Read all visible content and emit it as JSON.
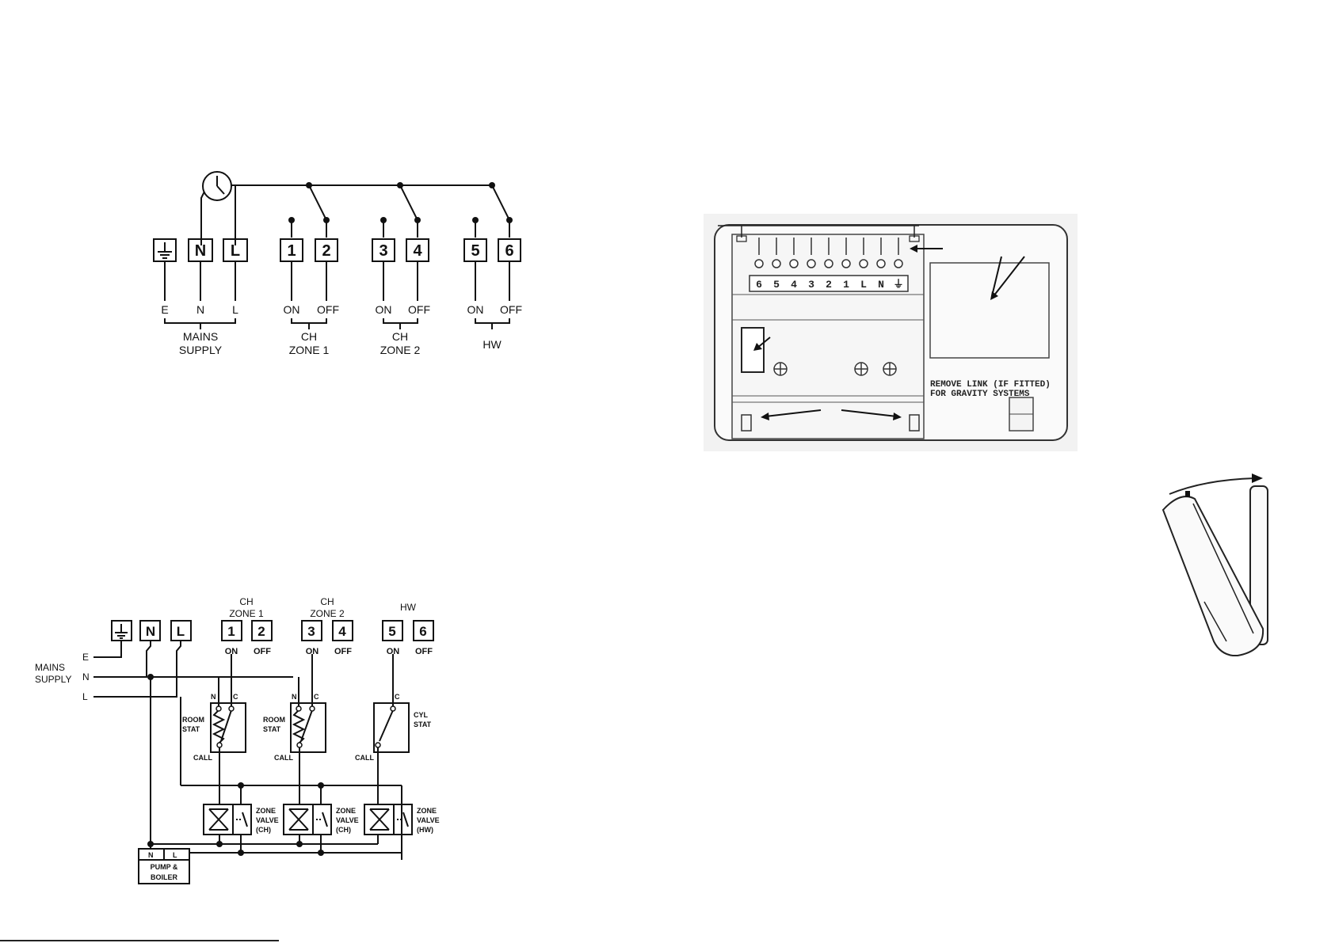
{
  "top_diagram": {
    "terminals": {
      "e": "",
      "n": "N",
      "l": "L",
      "t1": "1",
      "t2": "2",
      "t3": "3",
      "t4": "4",
      "t5": "5",
      "t6": "6"
    },
    "labels": {
      "e": "E",
      "n": "N",
      "l": "L",
      "on1": "ON",
      "off1": "OFF",
      "on2": "ON",
      "off2": "OFF",
      "on3": "ON",
      "off3": "OFF"
    },
    "groups": {
      "mains_1": "MAINS",
      "mains_2": "SUPPLY",
      "ch1_1": "CH",
      "ch1_2": "ZONE 1",
      "ch2_1": "CH",
      "ch2_2": "ZONE 2",
      "hw": "HW"
    }
  },
  "unit_diagram": {
    "terminal_strip": [
      "6",
      "5",
      "4",
      "3",
      "2",
      "1",
      "L",
      "N",
      "⏚"
    ],
    "note_line1": "REMOVE LINK (IF FITTED)",
    "note_line2": "FOR GRAVITY SYSTEMS"
  },
  "bottom_diagram": {
    "headers": {
      "ch1_1": "CH",
      "ch1_2": "ZONE 1",
      "ch2_1": "CH",
      "ch2_2": "ZONE 2",
      "hw": "HW"
    },
    "terminals": {
      "n": "N",
      "l": "L",
      "t1": "1",
      "t2": "2",
      "t3": "3",
      "t4": "4",
      "t5": "5",
      "t6": "6"
    },
    "state_labels": {
      "on1": "ON",
      "off1": "OFF",
      "on2": "ON",
      "off2": "OFF",
      "on3": "ON",
      "off3": "OFF"
    },
    "mains": {
      "line1": "MAINS",
      "line2": "SUPPLY",
      "e": "E",
      "n": "N",
      "l": "L"
    },
    "stats": {
      "room1_1": "ROOM",
      "room1_2": "STAT",
      "room2_1": "ROOM",
      "room2_2": "STAT",
      "cyl_1": "CYL",
      "cyl_2": "STAT",
      "n": "N",
      "c": "C",
      "call": "CALL"
    },
    "valves": {
      "v1_1": "ZONE",
      "v1_2": "VALVE",
      "v1_3": "(CH)",
      "v2_1": "ZONE",
      "v2_2": "VALVE",
      "v2_3": "(CH)",
      "v3_1": "ZONE",
      "v3_2": "VALVE",
      "v3_3": "(HW)"
    },
    "pump": {
      "n": "N",
      "l": "L",
      "line1": "PUMP &",
      "line2": "BOILER"
    }
  }
}
